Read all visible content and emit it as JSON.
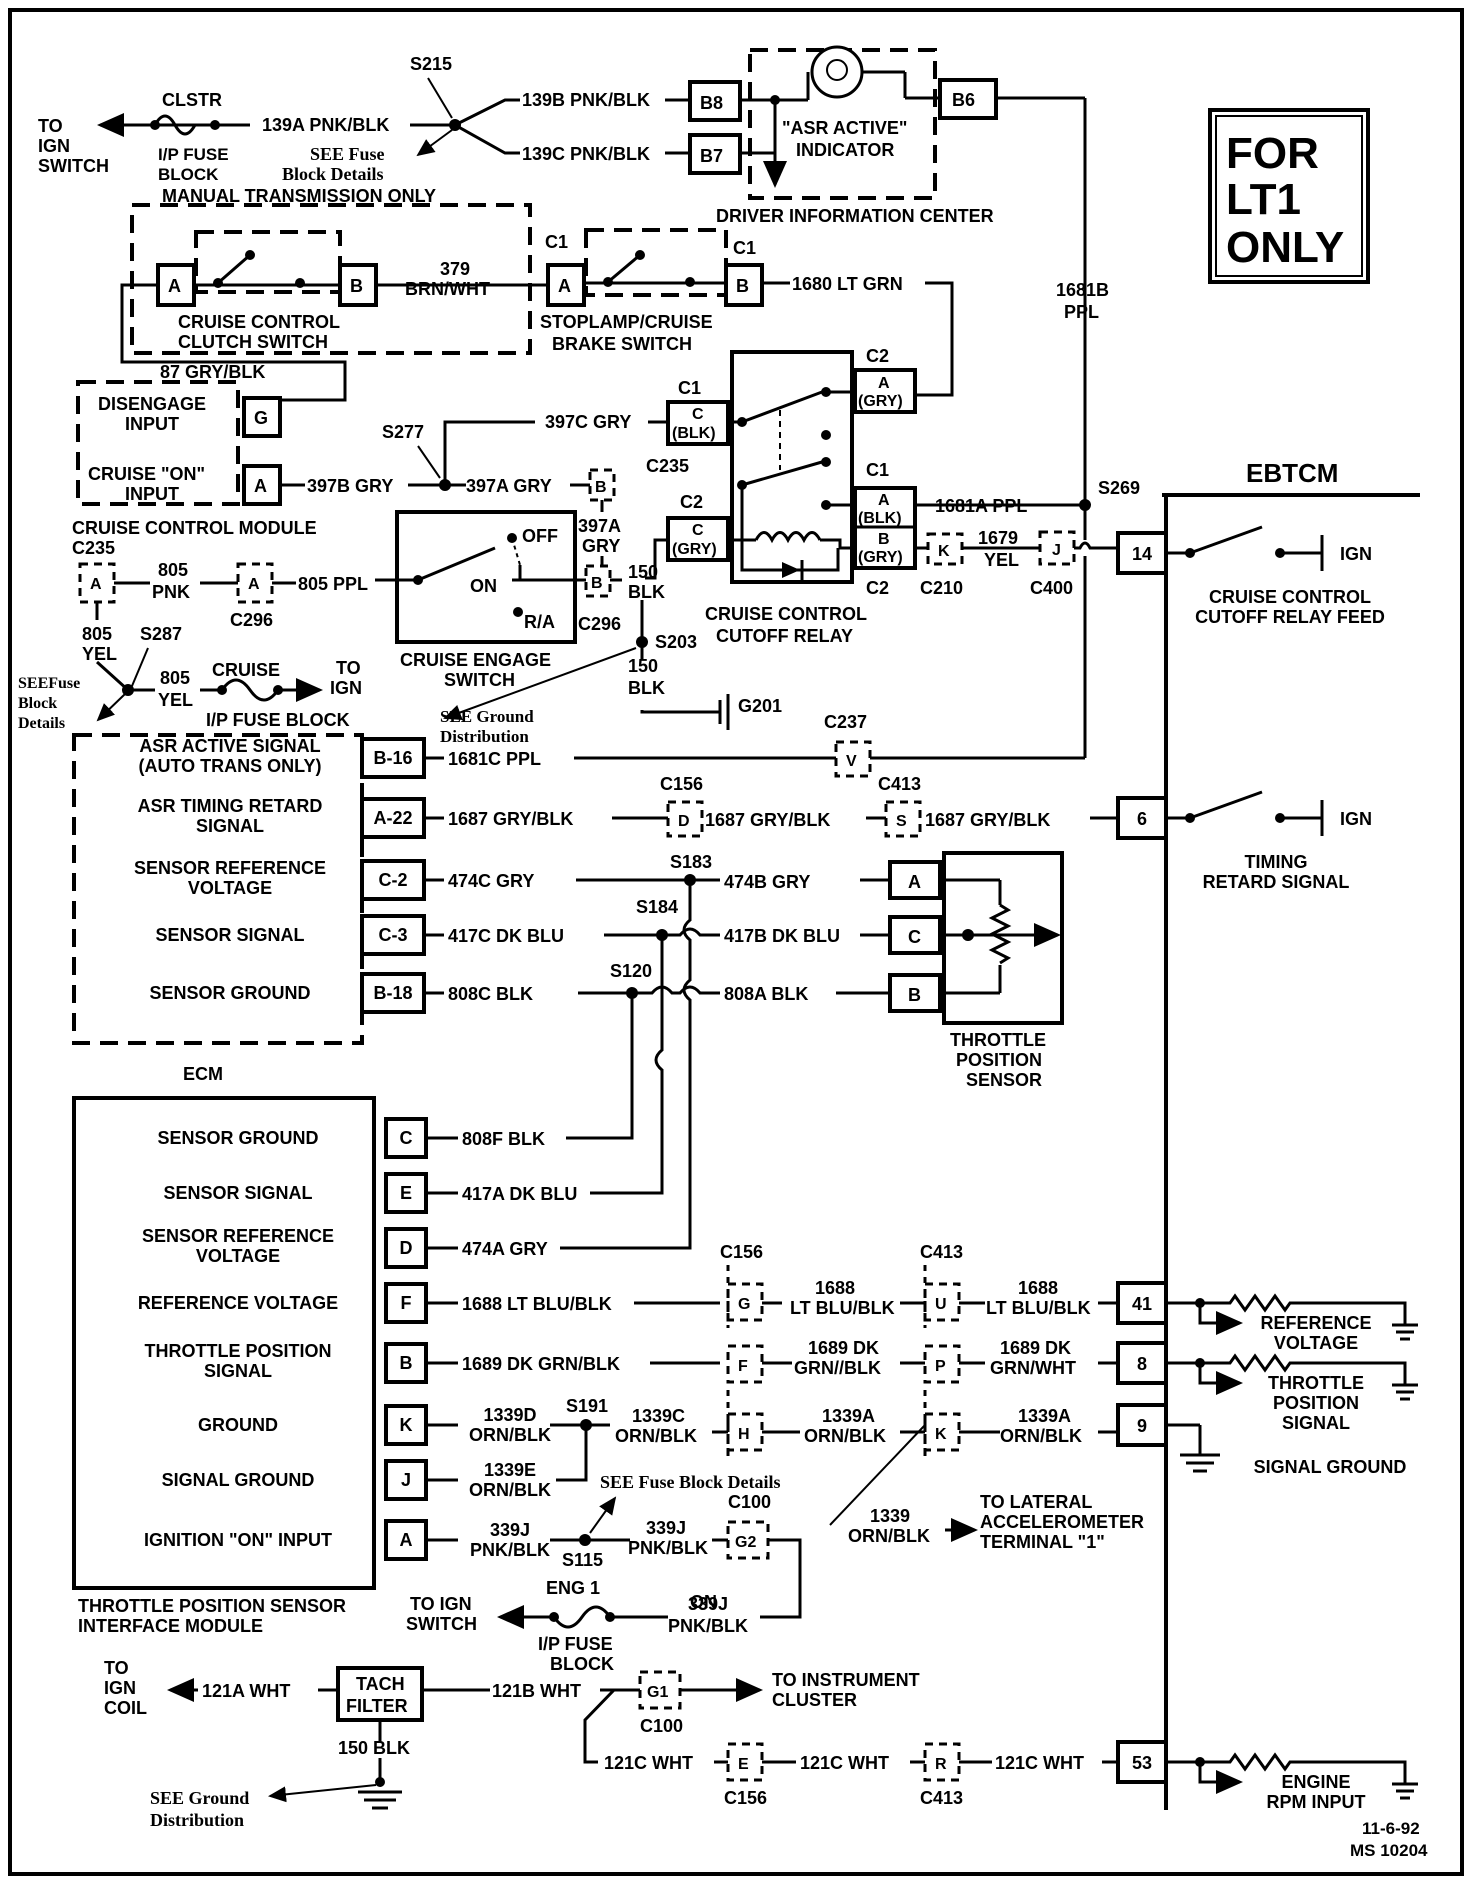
{
  "banner": [
    "FOR",
    "LT1",
    "ONLY"
  ],
  "footer": {
    "date": "11-6-92",
    "id": "MS 10204"
  },
  "modules": {
    "dic": "DRIVER INFORMATION CENTER",
    "asr_indicator": [
      "\"ASR ACTIVE\"",
      "INDICATOR"
    ],
    "ebtcm": "EBTCM",
    "cruise_module": "CRUISE CONTROL MODULE",
    "ecm": "ECM",
    "tps": [
      "THROTTLE",
      "POSITION",
      "SENSOR"
    ],
    "tps_interface": [
      "THROTTLE POSITION SENSOR",
      "INTERFACE MODULE"
    ],
    "clutch_switch": [
      "CRUISE CONTROL",
      "CLUTCH SWITCH"
    ],
    "manual_only": "MANUAL TRANSMISSION ONLY",
    "stoplamp_switch": [
      "STOPLAMP/CRUISE",
      "BRAKE SWITCH"
    ],
    "engage_switch": [
      "CRUISE ENGAGE",
      "SWITCH"
    ],
    "cutoff_relay": [
      "CRUISE CONTROL",
      "CUTOFF RELAY"
    ],
    "tach_filter": [
      "TACH",
      "FILTER"
    ]
  },
  "cruise_module_inputs": [
    {
      "label": [
        "DISENGAGE",
        "INPUT"
      ],
      "pin": "G"
    },
    {
      "label": [
        "CRUISE \"ON\"",
        "INPUT"
      ],
      "pin": "A"
    }
  ],
  "ecm_pins": [
    {
      "label": [
        "ASR ACTIVE SIGNAL",
        "(AUTO TRANS ONLY)"
      ],
      "pin": "B-16",
      "wire": "1681C PPL"
    },
    {
      "label": [
        "ASR TIMING RETARD",
        "SIGNAL"
      ],
      "pin": "A-22",
      "wire": "1687 GRY/BLK"
    },
    {
      "label": [
        "SENSOR REFERENCE",
        "VOLTAGE"
      ],
      "pin": "C-2",
      "wire": "474C GRY"
    },
    {
      "label": [
        "SENSOR SIGNAL"
      ],
      "pin": "C-3",
      "wire": "417C DK BLU"
    },
    {
      "label": [
        "SENSOR GROUND"
      ],
      "pin": "B-18",
      "wire": "808C BLK"
    }
  ],
  "tpsim_pins": [
    {
      "label": [
        "SENSOR GROUND"
      ],
      "pin": "C",
      "wire": "808F BLK"
    },
    {
      "label": [
        "SENSOR SIGNAL"
      ],
      "pin": "E",
      "wire": "417A DK BLU"
    },
    {
      "label": [
        "SENSOR REFERENCE",
        "VOLTAGE"
      ],
      "pin": "D",
      "wire": "474A GRY"
    },
    {
      "label": [
        "REFERENCE VOLTAGE"
      ],
      "pin": "F",
      "wire": "1688 LT BLU/BLK"
    },
    {
      "label": [
        "THROTTLE POSITION",
        "SIGNAL"
      ],
      "pin": "B",
      "wire": "1689 DK GRN/BLK"
    },
    {
      "label": [
        "GROUND"
      ],
      "pin": "K",
      "wire": [
        "1339D",
        "ORN/BLK"
      ]
    },
    {
      "label": [
        "SIGNAL GROUND"
      ],
      "pin": "J",
      "wire": [
        "1339E",
        "ORN/BLK"
      ]
    },
    {
      "label": [
        "IGNITION \"ON\" INPUT"
      ],
      "pin": "A",
      "wire": [
        "339J",
        "PNK/BLK"
      ]
    }
  ],
  "ebtcm_pins": [
    {
      "pin": "14",
      "label": [
        "CRUISE CONTROL",
        "CUTOFF RELAY FEED"
      ],
      "ign": "IGN"
    },
    {
      "pin": "6",
      "label": [
        "TIMING",
        "RETARD SIGNAL"
      ],
      "ign": "IGN"
    },
    {
      "pin": "41",
      "label": [
        "REFERENCE",
        "VOLTAGE"
      ]
    },
    {
      "pin": "8",
      "label": [
        "THROTTLE",
        "POSITION",
        "SIGNAL"
      ]
    },
    {
      "pin": "9",
      "label": [
        "SIGNAL GROUND"
      ]
    },
    {
      "pin": "53",
      "label": [
        "ENGINE",
        "RPM INPUT"
      ]
    }
  ],
  "tps_pins": [
    "A",
    "C",
    "B"
  ],
  "connectors": {
    "b8": "B8",
    "b7": "B7",
    "b6": "B6",
    "clutch_a": "A",
    "clutch_b": "B",
    "brake_a": "A",
    "brake_b": "B",
    "c1": "C1",
    "c2": "C2",
    "c235": "C235",
    "c296": "C296",
    "c210": "C210",
    "c400": "C400",
    "c237": "C237",
    "c156": "C156",
    "c413": "C413",
    "c100": "C100",
    "relay_c_blk": [
      "C",
      "(BLK)"
    ],
    "relay_c_gry": [
      "C",
      "(GRY)"
    ],
    "relay_a_gry": [
      "A",
      "(GRY)"
    ],
    "relay_a_blk": [
      "A",
      "(BLK)"
    ],
    "relay_b_gry": [
      "B",
      "(GRY)"
    ],
    "a": "A",
    "b": "B",
    "k": "K",
    "j": "J",
    "v": "V",
    "d": "D",
    "s": "S",
    "g": "G",
    "u": "U",
    "f": "F",
    "p": "P",
    "h": "H",
    "g2": "G2",
    "g1": "G1",
    "e": "E",
    "r": "R"
  },
  "splices": {
    "s215": "S215",
    "s277": "S277",
    "s287": "S287",
    "s269": "S269",
    "s203": "S203",
    "s183": "S183",
    "s184": "S184",
    "s120": "S120",
    "s191": "S191",
    "s115": "S115",
    "g201": "G201"
  },
  "wires": {
    "w139a": "139A PNK/BLK",
    "w139b": "139B PNK/BLK",
    "w139c": "139C PNK/BLK",
    "w379": [
      "379",
      "BRN/WHT"
    ],
    "w1680": "1680 LT GRN",
    "w1681b": [
      "1681B",
      "PPL"
    ],
    "w87": "87 GRY/BLK",
    "w397c": "397C GRY",
    "w397b": "397B GRY",
    "w397a": "397A GRY",
    "w397a2": [
      "397A",
      "GRY"
    ],
    "w150a": [
      "150",
      "BLK"
    ],
    "w150b": [
      "150",
      "BLK"
    ],
    "w1681a": "1681A PPL",
    "w1679": [
      "1679",
      "YEL"
    ],
    "w805pnk": [
      "805",
      "PNK"
    ],
    "w805ppl": "805 PPL",
    "w805yel1": [
      "805",
      "YEL"
    ],
    "w805yel2": [
      "805",
      "YEL"
    ],
    "w1687b": "1687 GRY/BLK",
    "w1687c": "1687 GRY/BLK",
    "w474b": "474B GRY",
    "w417b": "417B DK BLU",
    "w808a": "808A BLK",
    "w1688a": [
      "1688",
      "LT BLU/BLK"
    ],
    "w1688b": [
      "1688",
      "LT BLU/BLK"
    ],
    "w1689a": [
      "1689 DK",
      "GRN//BLK"
    ],
    "w1689b": [
      "1689 DK",
      "GRN/WHT"
    ],
    "w1339c": [
      "1339C",
      "ORN/BLK"
    ],
    "w1339a1": [
      "1339A",
      "ORN/BLK"
    ],
    "w1339a2": [
      "1339A",
      "ORN/BLK"
    ],
    "w1339": [
      "1339",
      "ORN/BLK"
    ],
    "w339j1": [
      "339J",
      "PNK/BLK"
    ],
    "w339j2": [
      "339J",
      "PNK/BLK"
    ],
    "w121a": "121A WHT",
    "w121b": "121B WHT",
    "w121c1": "121C WHT",
    "w121c2": "121C WHT",
    "w121c3": "121C WHT",
    "w150c": "150 BLK"
  },
  "fuses": {
    "clstr": "CLSTR",
    "clstr_block": [
      "I/P FUSE",
      "BLOCK"
    ],
    "cruise": "CRUISE",
    "cruise_block": "I/P FUSE BLOCK",
    "eng1": "ENG 1",
    "eng1_block": [
      "I/P FUSE",
      "BLOCK"
    ]
  },
  "notes": {
    "to_ign_switch": [
      "TO",
      "IGN",
      "SWITCH"
    ],
    "to_ign": [
      "TO",
      "IGN"
    ],
    "see_fuse_block": [
      "SEE Fuse",
      "Block  Details"
    ],
    "see_fuse_block_left": [
      "SEEFuse",
      "Block",
      "Details"
    ],
    "see_ground": [
      "SEE Ground",
      "Distribution"
    ],
    "see_ground2": [
      "SEE Ground",
      "Distribution"
    ],
    "see_fuse_block_s191": "SEE Fuse  Block  Details",
    "to_lateral": [
      "TO LATERAL",
      "ACCELEROMETER",
      "TERMINAL \"1\""
    ],
    "to_ign_switch2": [
      "TO IGN",
      "SWITCH"
    ],
    "to_ign_coil": [
      "TO",
      "IGN",
      "COIL"
    ],
    "to_instrument": [
      "TO INSTRUMENT",
      "CLUSTER"
    ],
    "off": "OFF",
    "on": "ON",
    "ra": "R/A"
  }
}
